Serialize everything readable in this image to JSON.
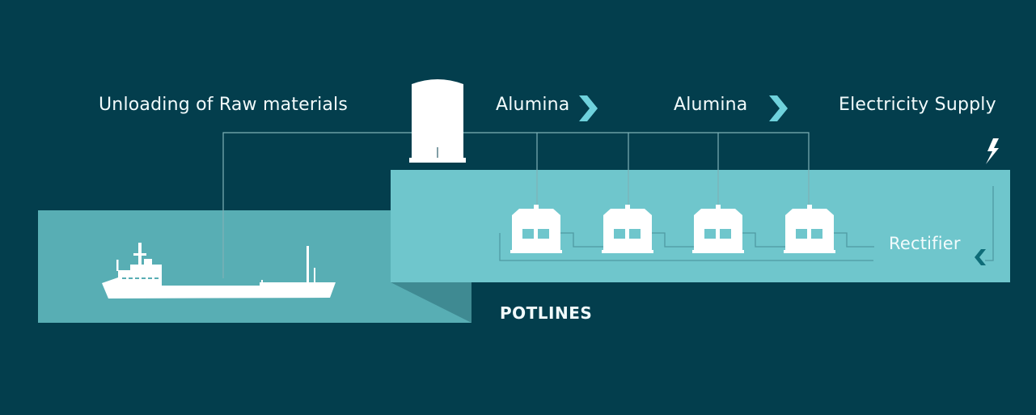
{
  "labels": {
    "unloading": "Unloading of Raw materials",
    "alumina_1": "Alumina",
    "alumina_2": "Alumina",
    "electricity_supply": "Electricity Supply",
    "rectifier": "Rectifier",
    "potlines": "POTLINES"
  },
  "colors": {
    "background": "#033e4d",
    "harbor_panel": "#58aeb4",
    "potline_panel": "#6fc6cc",
    "arrow": "#6fd2dc",
    "rectifier_arrow": "#0e6c78",
    "lines": "#7fb1b6",
    "silhouette": "#ffffff"
  },
  "icons": {
    "chevron_1": "chevron-right-icon",
    "chevron_2": "chevron-right-icon",
    "lightning": "lightning-bolt-icon",
    "rectifier_arrow": "chevron-left-icon",
    "ship": "cargo-ship-icon",
    "silo": "storage-silo-icon",
    "pots": "reduction-cell-icon"
  },
  "pot_count": 4
}
